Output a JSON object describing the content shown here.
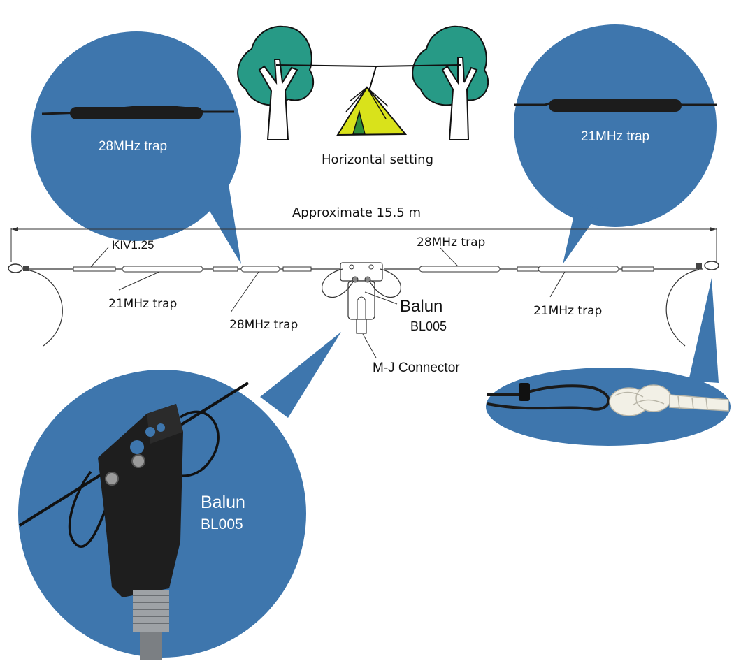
{
  "scene": {
    "title": "Horizontal setting",
    "span_label": "Approximate 15.5 m"
  },
  "labels": {
    "wire": "KIV1.25",
    "left_21": "21MHz trap",
    "left_28": "28MHz trap",
    "right_28": "28MHz trap",
    "right_21": "21MHz trap",
    "balun": "Balun",
    "balun_model": "BL005",
    "connector": "M-J Connector"
  },
  "callouts": {
    "top_left": "28MHz trap",
    "top_right": "21MHz trap",
    "balun_title": "Balun",
    "balun_model": "BL005"
  },
  "colors": {
    "bubble": "#3e76ad",
    "tree": "#279a86",
    "tent": "#d9e21b",
    "tent_door": "#2e8b3a",
    "rope": "#f2f0e6"
  }
}
